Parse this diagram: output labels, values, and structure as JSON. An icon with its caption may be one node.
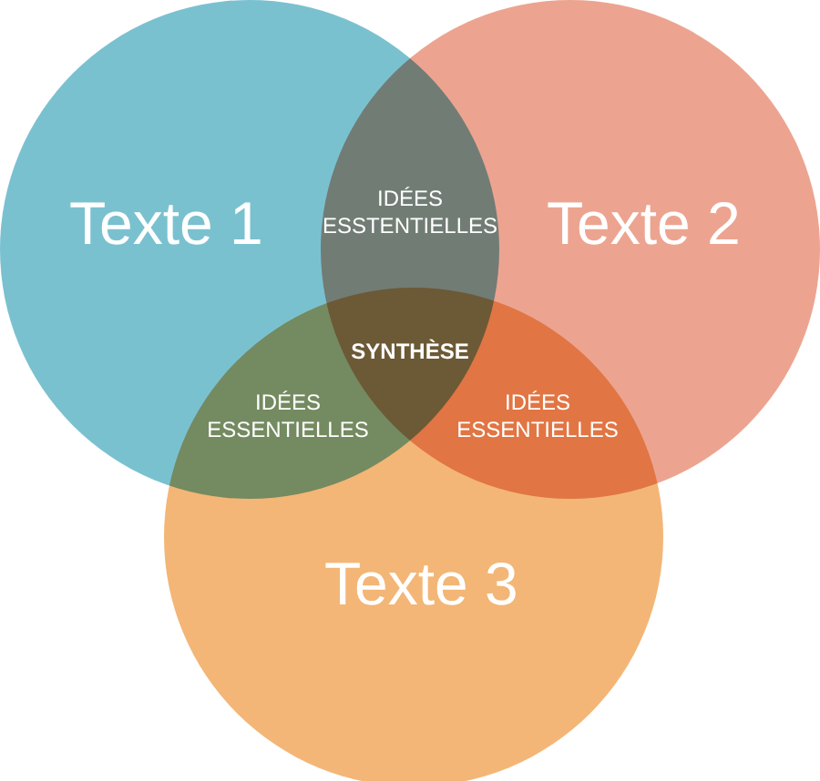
{
  "diagram": {
    "nodes": [
      {
        "text": [
          "Texte 1"
        ]
      },
      {
        "text": [
          "Texte 2"
        ]
      },
      {
        "text": [
          "Texte 3"
        ]
      }
    ],
    "labels": [
      "IDÉES ESSTENTIELLES",
      "SYNTHÈSE",
      "IDÉES ESSENTIELLES",
      "IDÉES ESSENTIELLES"
    ]
  }
}
